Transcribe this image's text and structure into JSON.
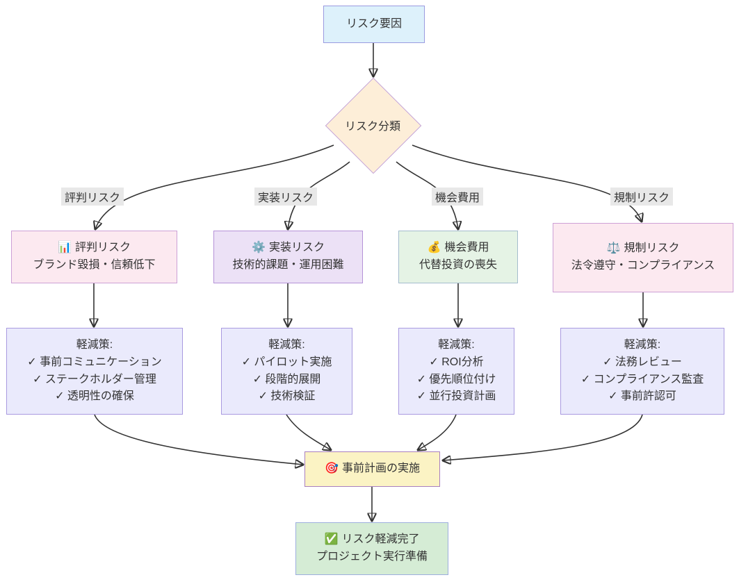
{
  "nodes": {
    "risk_factor": {
      "label": "リスク要因"
    },
    "risk_classification": {
      "label": "リスク分類"
    },
    "reputation": {
      "icon": "📊",
      "title": "評判リスク",
      "subtitle": "ブランド毀損・信頼低下"
    },
    "implementation": {
      "icon": "⚙️",
      "title": "実装リスク",
      "subtitle": "技術的課題・運用困難"
    },
    "opportunity": {
      "icon": "💰",
      "title": "機会費用",
      "subtitle": "代替投資の喪失"
    },
    "regulatory": {
      "icon": "⚖️",
      "title": "規制リスク",
      "subtitle": "法令遵守・コンプライアンス"
    },
    "plan": {
      "icon": "🎯",
      "label": "事前計画の実施"
    },
    "complete": {
      "icon": "✅",
      "title": "リスク軽減完了",
      "subtitle": "プロジェクト実行準備"
    }
  },
  "edge_labels": [
    "評判リスク",
    "実装リスク",
    "機会費用",
    "規制リスク"
  ],
  "mitigations": {
    "reputation": {
      "title": "軽減策:",
      "items": [
        "✓ 事前コミュニケーション",
        "✓ ステークホルダー管理",
        "✓ 透明性の確保"
      ]
    },
    "implementation": {
      "title": "軽減策:",
      "items": [
        "✓ パイロット実施",
        "✓ 段階的展開",
        "✓ 技術検証"
      ]
    },
    "opportunity": {
      "title": "軽減策:",
      "items": [
        "✓ ROI分析",
        "✓ 優先順位付け",
        "✓ 並行投資計画"
      ]
    },
    "regulatory": {
      "title": "軽減策:",
      "items": [
        "✓ 法務レビュー",
        "✓ コンプライアンス監査",
        "✓ 事前許認可"
      ]
    }
  },
  "colors": {
    "text": "#333333",
    "edge": "#333333",
    "label-bg": "#e8e8e8",
    "blue-fill": "#ddf1fb",
    "blue-stroke": "#9a9ae0",
    "diamond-fill": "#fdeed8",
    "diamond-stroke": "#c4a4da",
    "pink-fill": "#fce9f0",
    "pink-stroke": "#cda0d6",
    "purple-fill": "#ece1f6",
    "purple-stroke": "#b592d8",
    "green-fill": "#e5f3e5",
    "green-stroke": "#a4bccd",
    "lav-fill": "#eaeafc",
    "lav-stroke": "#a99ae0",
    "yellow-fill": "#fbf3c4",
    "yellow-stroke": "#a87fc0",
    "done-fill": "#d5ecd5",
    "done-stroke": "#9daede"
  }
}
